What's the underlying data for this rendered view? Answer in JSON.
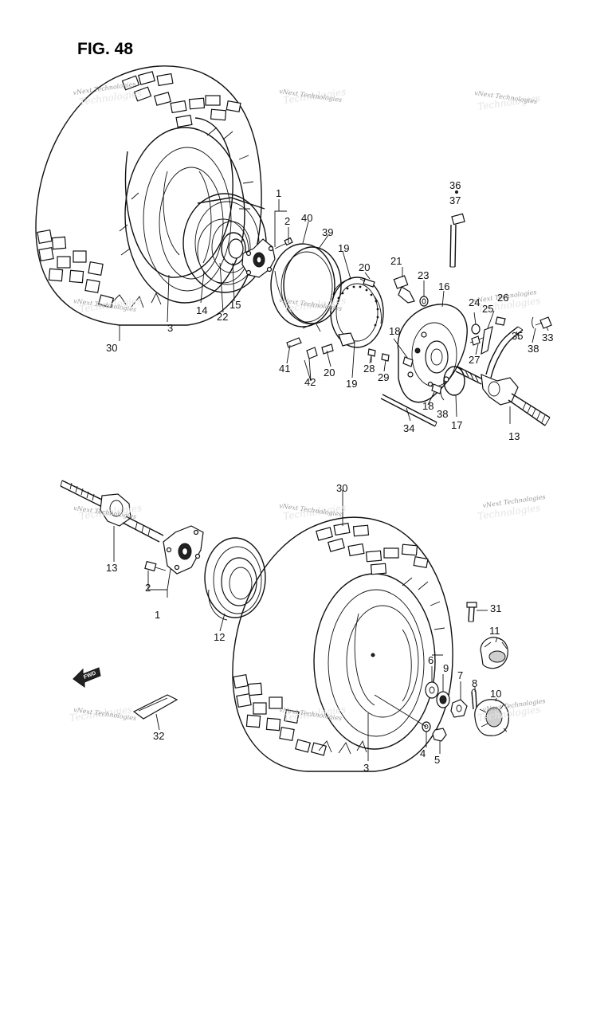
{
  "figure_title": "FIG. 48",
  "watermark_line1": "vNext Technologies",
  "watermark_line2": "Technologies",
  "fwd_label": "FWD",
  "upper_callouts": [
    {
      "id": "u1",
      "text": "1"
    },
    {
      "id": "u2",
      "text": "2"
    },
    {
      "id": "u3",
      "text": "3"
    },
    {
      "id": "u13",
      "text": "13"
    },
    {
      "id": "u14",
      "text": "14"
    },
    {
      "id": "u15",
      "text": "15"
    },
    {
      "id": "u16",
      "text": "16"
    },
    {
      "id": "u17",
      "text": "17"
    },
    {
      "id": "u18a",
      "text": "18"
    },
    {
      "id": "u18b",
      "text": "18"
    },
    {
      "id": "u19a",
      "text": "19"
    },
    {
      "id": "u19b",
      "text": "19"
    },
    {
      "id": "u20a",
      "text": "20"
    },
    {
      "id": "u20b",
      "text": "20"
    },
    {
      "id": "u21",
      "text": "21"
    },
    {
      "id": "u22",
      "text": "22"
    },
    {
      "id": "u23",
      "text": "23"
    },
    {
      "id": "u24",
      "text": "24"
    },
    {
      "id": "u25",
      "text": "25"
    },
    {
      "id": "u26",
      "text": "26"
    },
    {
      "id": "u27",
      "text": "27"
    },
    {
      "id": "u28",
      "text": "28"
    },
    {
      "id": "u29",
      "text": "29"
    },
    {
      "id": "u30",
      "text": "30"
    },
    {
      "id": "u33",
      "text": "33"
    },
    {
      "id": "u34",
      "text": "34"
    },
    {
      "id": "u35",
      "text": "35"
    },
    {
      "id": "u36",
      "text": "36"
    },
    {
      "id": "u37",
      "text": "37"
    },
    {
      "id": "u38a",
      "text": "38"
    },
    {
      "id": "u38b",
      "text": "38"
    },
    {
      "id": "u39",
      "text": "39"
    },
    {
      "id": "u40",
      "text": "40"
    },
    {
      "id": "u41",
      "text": "41"
    },
    {
      "id": "u42",
      "text": "42"
    }
  ],
  "lower_callouts": [
    {
      "id": "l1",
      "text": "1"
    },
    {
      "id": "l2",
      "text": "2"
    },
    {
      "id": "l3",
      "text": "3"
    },
    {
      "id": "l4",
      "text": "4"
    },
    {
      "id": "l5",
      "text": "5"
    },
    {
      "id": "l6",
      "text": "6"
    },
    {
      "id": "l7",
      "text": "7"
    },
    {
      "id": "l8",
      "text": "8"
    },
    {
      "id": "l9",
      "text": "9"
    },
    {
      "id": "l10",
      "text": "10"
    },
    {
      "id": "l11",
      "text": "11"
    },
    {
      "id": "l12",
      "text": "12"
    },
    {
      "id": "l13",
      "text": "13"
    },
    {
      "id": "l30",
      "text": "30"
    },
    {
      "id": "l31",
      "text": "31"
    },
    {
      "id": "l32",
      "text": "32"
    }
  ]
}
